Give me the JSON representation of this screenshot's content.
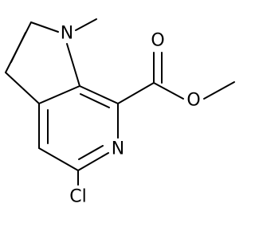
{
  "atoms": {
    "pyrrole_n": "N",
    "pyridine_n": "N",
    "chlorine": "Cl",
    "carbonyl_o": "O",
    "ester_o": "O"
  }
}
